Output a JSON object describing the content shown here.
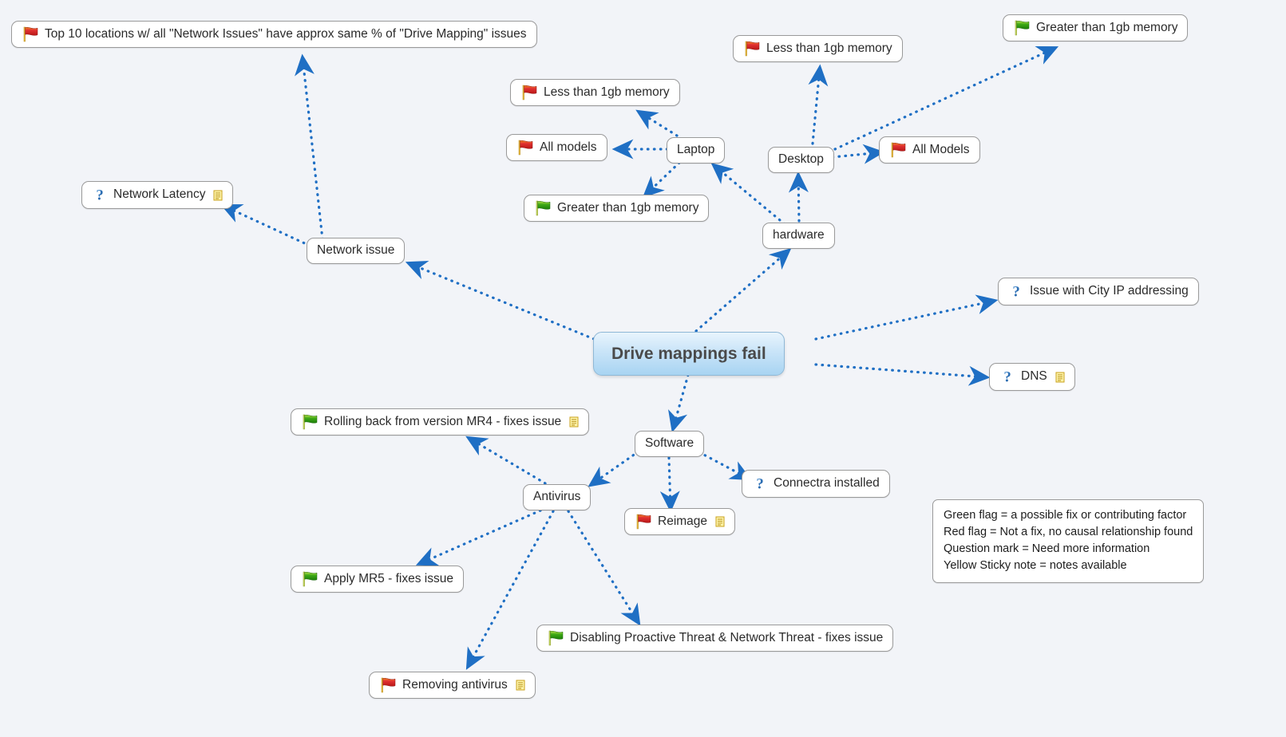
{
  "diagram": {
    "title": "Drive mappings fail",
    "background_color": "#f2f4f8",
    "edge_color": "#1f6fc4",
    "central": {
      "label": "Drive mappings fail"
    },
    "legend": {
      "lines": [
        "Green flag = a possible fix or contributing factor",
        "Red flag = Not a fix, no causal relationship found",
        "Question mark = Need more information",
        "Yellow Sticky note = notes available"
      ]
    },
    "nodes": [
      {
        "id": "top10",
        "label": "Top 10 locations w/ all \"Network Issues\" have approx same % of \"Drive Mapping\" issues",
        "icon": "red-flag-icon",
        "note": false
      },
      {
        "id": "less1gb_lap",
        "label": "Less than 1gb memory",
        "icon": "red-flag-icon",
        "note": false
      },
      {
        "id": "allmodels_lap",
        "label": "All models",
        "icon": "red-flag-icon",
        "note": false
      },
      {
        "id": "greater1gb_lap",
        "label": "Greater than 1gb memory",
        "icon": "green-flag-icon",
        "note": false
      },
      {
        "id": "laptop",
        "label": "Laptop",
        "icon": "none",
        "note": false
      },
      {
        "id": "less1gb_desk",
        "label": "Less than 1gb memory",
        "icon": "red-flag-icon",
        "note": false
      },
      {
        "id": "greater1gb_desk",
        "label": "Greater than 1gb memory",
        "icon": "green-flag-icon",
        "note": false
      },
      {
        "id": "allmodels_desk",
        "label": "All Models",
        "icon": "red-flag-icon",
        "note": false
      },
      {
        "id": "desktop",
        "label": "Desktop",
        "icon": "none",
        "note": false
      },
      {
        "id": "hardware",
        "label": "hardware",
        "icon": "none",
        "note": false
      },
      {
        "id": "netlatency",
        "label": "Network Latency",
        "icon": "question-icon",
        "note": true
      },
      {
        "id": "netissue",
        "label": "Network issue",
        "icon": "none",
        "note": false
      },
      {
        "id": "cityip",
        "label": "Issue with City IP addressing",
        "icon": "question-icon",
        "note": false
      },
      {
        "id": "dns",
        "label": "DNS",
        "icon": "question-icon",
        "note": true
      },
      {
        "id": "software",
        "label": "Software",
        "icon": "none",
        "note": false
      },
      {
        "id": "connectra",
        "label": "Connectra installed",
        "icon": "question-icon",
        "note": false
      },
      {
        "id": "reimage",
        "label": "Reimage",
        "icon": "red-flag-icon",
        "note": true
      },
      {
        "id": "antivirus",
        "label": "Antivirus",
        "icon": "none",
        "note": false
      },
      {
        "id": "rollback",
        "label": "Rolling back from version MR4 - fixes issue",
        "icon": "green-flag-icon",
        "note": true
      },
      {
        "id": "mr5",
        "label": "Apply MR5 - fixes issue",
        "icon": "green-flag-icon",
        "note": false
      },
      {
        "id": "disabling",
        "label": "Disabling Proactive Threat & Network Threat - fixes issue",
        "icon": "green-flag-icon",
        "note": false
      },
      {
        "id": "removeav",
        "label": "Removing antivirus",
        "icon": "red-flag-icon",
        "note": true
      }
    ]
  }
}
